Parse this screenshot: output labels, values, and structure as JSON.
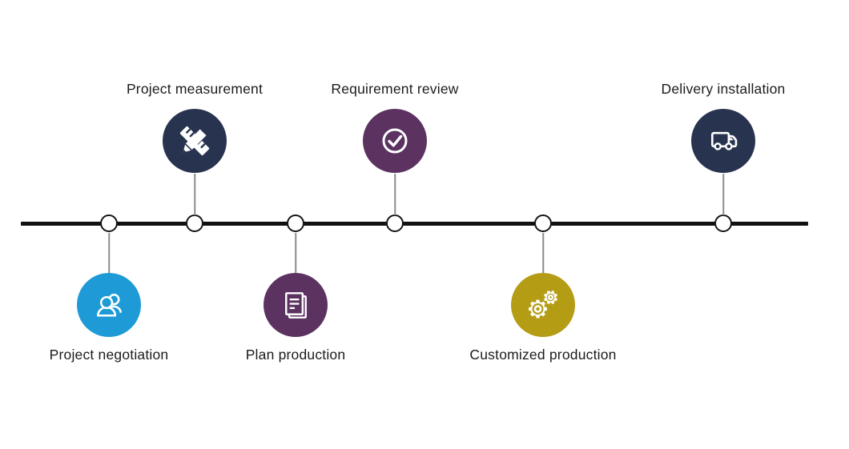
{
  "page": {
    "background": "#ffffff"
  },
  "timeline": {
    "line_color": "#111111",
    "connector_color": "#8c8c8c",
    "node_fill": "#ffffff",
    "node_border": "#151515",
    "items": [
      {
        "label": "Project negotiation",
        "icon": "people-icon",
        "color": "#1E9BD7",
        "position": "below"
      },
      {
        "label": "Project measurement",
        "icon": "ruler-pencil-icon",
        "color": "#28334F",
        "position": "above"
      },
      {
        "label": "Plan production",
        "icon": "document-icon",
        "color": "#5B3260",
        "position": "below"
      },
      {
        "label": "Requirement review",
        "icon": "check-icon",
        "color": "#5B3260",
        "position": "above"
      },
      {
        "label": "Customized production",
        "icon": "gears-icon",
        "color": "#B49C15",
        "position": "below"
      },
      {
        "label": "Delivery installation",
        "icon": "truck-icon",
        "color": "#28334F",
        "position": "above"
      }
    ]
  }
}
